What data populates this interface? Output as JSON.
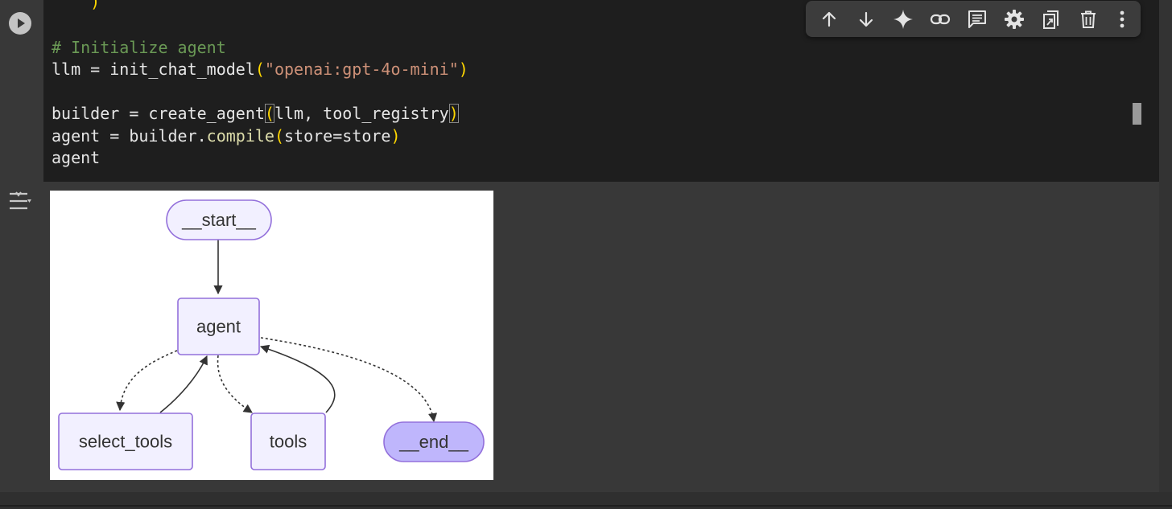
{
  "code": {
    "prev_paren": ")",
    "comment": "# Initialize agent",
    "line_llm": {
      "name": "llm = init_chat_model",
      "open": "(",
      "arg": "\"openai:gpt-4o-mini\"",
      "close": ")"
    },
    "line_builder": {
      "name": "builder = create_agent",
      "open": "(",
      "args": "llm, tool_registry",
      "close": ")"
    },
    "line_agent": {
      "lhs": "agent = builder.",
      "method": "compile",
      "open": "(",
      "args": "store=store",
      "close": ")"
    },
    "line_last": "agent"
  },
  "toolbar": {
    "icons": [
      "arrow-up-icon",
      "arrow-down-icon",
      "sparkle-icon",
      "link-icon",
      "comment-icon",
      "gear-icon",
      "mirror-cell-icon",
      "trash-icon",
      "more-vert-icon"
    ]
  },
  "graph": {
    "nodes": {
      "start": "__start__",
      "agent": "agent",
      "select_tools": "select_tools",
      "tools": "tools",
      "end": "__end__"
    },
    "colors": {
      "node_fill": "#f2f0ff",
      "node_stroke": "#9370db",
      "end_fill": "#bfb6fc",
      "edge": "#333333"
    }
  },
  "theme": {
    "code_bg": "#1e1e1e",
    "page_bg": "#383838",
    "comment": "#6a9955",
    "string": "#ce9178",
    "paren": "#ffd700"
  }
}
